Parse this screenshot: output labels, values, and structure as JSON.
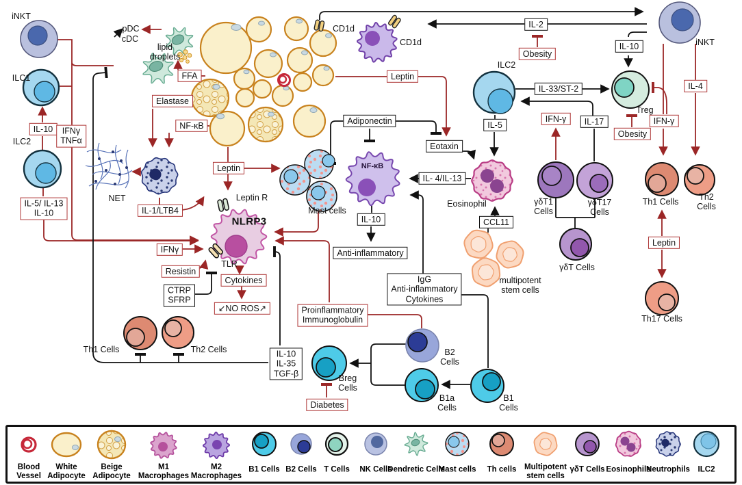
{
  "colors": {
    "wire_red": "#9b2626",
    "wire_black": "#111111",
    "red_box_border": "#ad3535",
    "adipocyte_fill": "#faf0cb",
    "m1_pink": "#e8cde2",
    "m2_purple": "#cfc0ec",
    "b1_cyan": "#4ecbe8",
    "th_salmon": "#ee9d86",
    "gdt_purple": "#b795ce"
  },
  "nodes": {
    "inkt_left": "iNKT",
    "ilc1": "ILC1",
    "ilc2_left": "ILC2",
    "il10_left": "IL-10",
    "ifng_tnfa": "IFNγ\nTNFα",
    "il5_il13_il10": "IL-5/ IL-13\nIL-10",
    "pdc": "pDC",
    "cdc": "cDC",
    "lipid_droplets": "lipid\ndroplets",
    "ffa": "FFA",
    "elastase": "Elastase",
    "nfkb_left": "NF-κB",
    "net": "NET",
    "il1_ltb4": "IL-1/LTB4",
    "cd1d_adipo": "CD1d",
    "cd1d_mac": "CD1d",
    "leptin_top": "Leptin",
    "il2": "IL-2",
    "obesity_top": "Obesity",
    "il10_top": "IL-10",
    "inkt_right": "iNKT",
    "il4": "IL-4",
    "ilc2_right": "ILC2",
    "il33_st2": "IL-33/ST-2",
    "treg": "Treg",
    "obesity_right": "Obesity",
    "ifng_right": "IFN-γ",
    "il17": "IL-17",
    "ifng_mid": "IFN-γ",
    "il5": "IL-5",
    "adiponectin": "Adiponectin",
    "eotaxin": "Eotaxin",
    "leptin_mid": "Leptin",
    "leptin_r": "Leptin R",
    "nlrp3": "NLRP3",
    "tlr": "TLR",
    "mast": "Mast cells",
    "nfkb_mac": "NF-κB",
    "il10_mid": "IL-10",
    "anti_inflammatory": "Anti-inflammatory",
    "il4_il13": "IL- 4/IL-13",
    "eosinophil": "Eosinophil",
    "ccl11": "CCL11",
    "multipotent": "multipotent\nstem cells",
    "gdt1": "γδT1\nCells",
    "gdt17": "γδT17\nCells",
    "gdt": "γδT Cells",
    "th1_right": "Th1 Cells",
    "th2_right": "Th2 Cells",
    "leptin_right": "Leptin",
    "th17": "Th17 Cells",
    "ifng_box_left": "IFNγ",
    "resistin": "Resistin",
    "ctrp_sfrp": "CTRP\nSFRP",
    "cytokines": "Cytokines",
    "no_ros": "↙NO  ROS↗",
    "th1_left": "Th1 Cells",
    "th2_left": "Th2 Cells",
    "il10_il35_tgfb": "IL-10\nIL-35\nTGF-β",
    "breg": "Breg\nCells",
    "diabetes": "Diabetes",
    "proinflammatory_ig": "Proinflammatory\nImmunoglobulin",
    "igg_antiinfl": "IgG\nAnti-inflammatory\nCytokines",
    "b2": "B2\nCells",
    "b1a": "B1a\nCells",
    "b1": "B1\nCells"
  },
  "legend": {
    "items": [
      {
        "label": "Blood\nVessel"
      },
      {
        "label": "White\nAdipocyte"
      },
      {
        "label": "Beige\nAdipocyte"
      },
      {
        "label": "M1\nMacrophages"
      },
      {
        "label": "M2\nMacrophages"
      },
      {
        "label": "B1 Cells"
      },
      {
        "label": "B2 Cells"
      },
      {
        "label": "T Cells"
      },
      {
        "label": "NK Cells"
      },
      {
        "label": "Dendretic Cells"
      },
      {
        "label": "Mast cells"
      },
      {
        "label": "Th cells"
      },
      {
        "label": "Multipotent\nstem cells"
      },
      {
        "label": "γδT Cells"
      },
      {
        "label": "Eosinophils"
      },
      {
        "label": "Neutrophils"
      },
      {
        "label": "ILC2"
      }
    ]
  }
}
